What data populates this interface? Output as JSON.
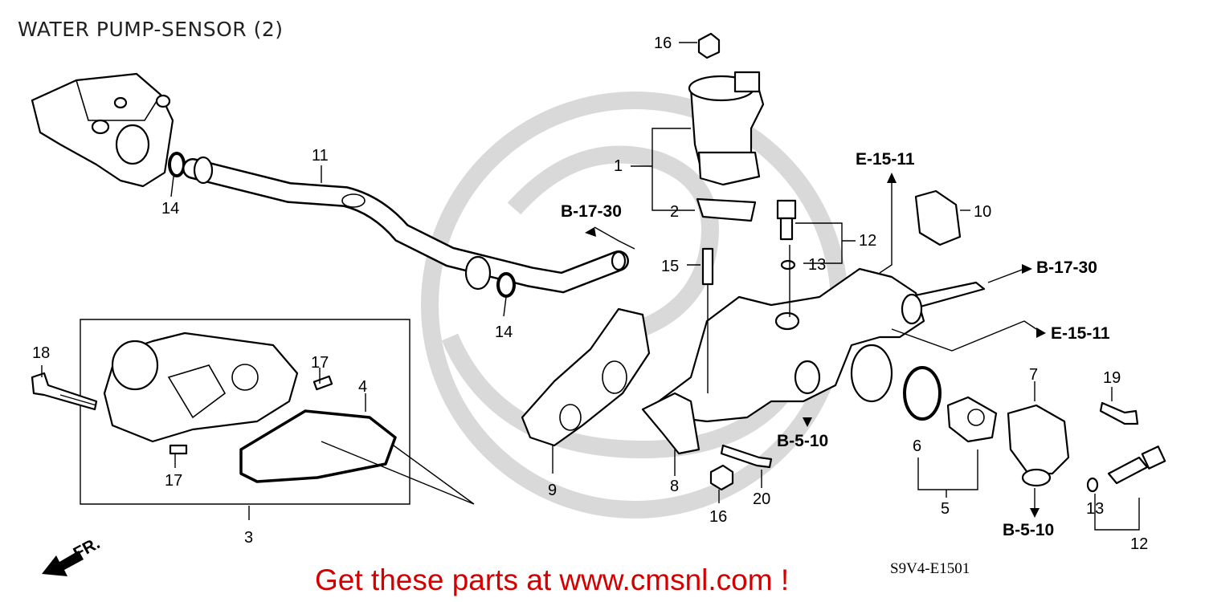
{
  "title": "WATER PUMP-SENSOR (2)",
  "diagram_code": "S9V4-E1501",
  "footer": "Get these parts at www.cmsnl.com !",
  "front_label": "FR.",
  "callouts": {
    "c16a": "16",
    "c1": "1",
    "c2": "2",
    "c11": "11",
    "c14a": "14",
    "c14b": "14",
    "c15": "15",
    "c12a": "12",
    "c13a": "13",
    "c10": "10",
    "c18": "18",
    "c17a": "17",
    "c17b": "17",
    "c4": "4",
    "c3": "3",
    "c9": "9",
    "c8": "8",
    "c16b": "16",
    "c20": "20",
    "c6": "6",
    "c5": "5",
    "c7": "7",
    "c19": "19",
    "c13b": "13",
    "c12b": "12"
  },
  "references": {
    "b1730_left": "B-17-30",
    "e1511_top": "E-15-11",
    "b1730_right": "B-17-30",
    "e1511_right": "E-15-11",
    "b510_mid": "B-5-10",
    "b510_right": "B-5-10"
  }
}
